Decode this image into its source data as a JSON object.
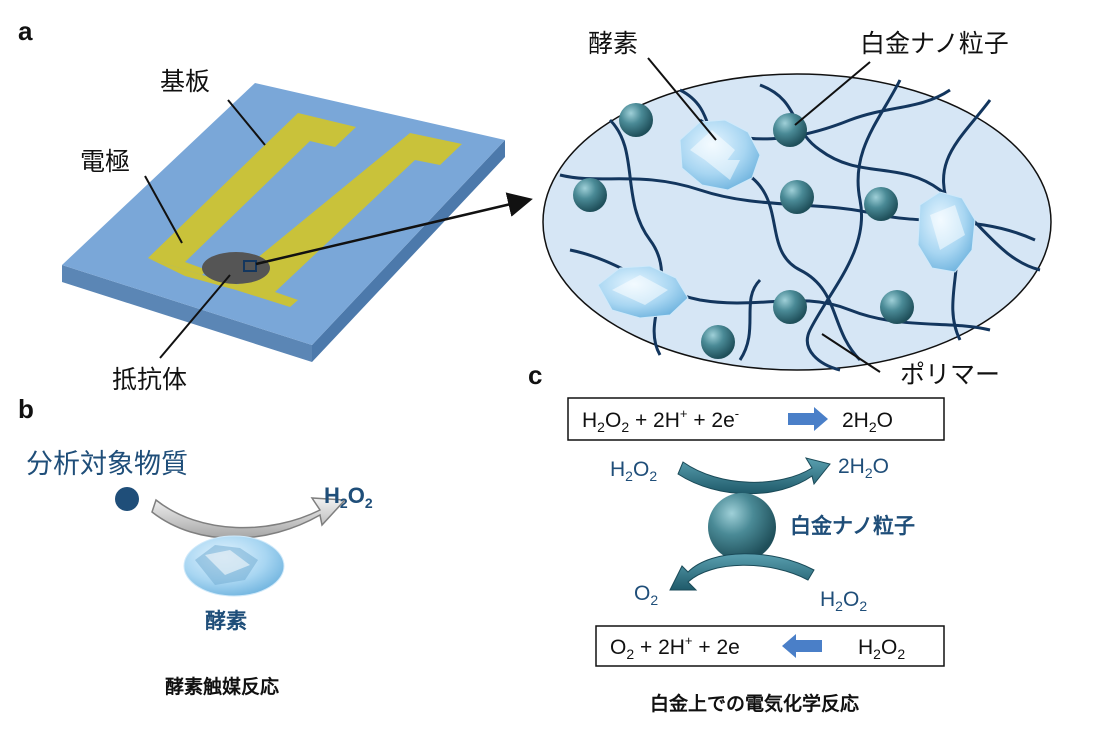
{
  "panels": {
    "a": "a",
    "b": "b",
    "c": "c"
  },
  "panel_a": {
    "substrate": "基板",
    "electrode": "電極",
    "resistor": "抵抗体",
    "enzyme": "酵素",
    "pt_nanoparticle": "白金ナノ粒子",
    "polymer": "ポリマー"
  },
  "panel_b": {
    "analyte": "分析対象物質",
    "product_main": "H",
    "product_sub1": "2",
    "product_mid": "O",
    "product_sub2": "2",
    "enzyme": "酵素",
    "caption": "酵素触媒反応"
  },
  "panel_c": {
    "eq1": {
      "h": "H",
      "s2a": "2",
      "o": "O",
      "s2b": "2",
      "plus": " + 2H",
      "sup_plus": "+",
      "plus2": " + 2e",
      "sup_minus": "-",
      "rhs1": "2H",
      "rhs_sub": "2",
      "rhs2": "O"
    },
    "top_left": {
      "a": "H",
      "b": "2",
      "c": "O",
      "d": "2"
    },
    "top_right": {
      "a": "2H",
      "b": "2",
      "c": "O"
    },
    "pt_label": "白金ナノ粒子",
    "bottom_left": {
      "a": "O",
      "b": "2"
    },
    "bottom_right": {
      "a": "H",
      "b": "2",
      "c": "O",
      "d": "2"
    },
    "eq2": {
      "lhs1": "O",
      "lhs_sub": "2",
      "plus": " + 2H",
      "sup_plus": "+",
      "plus2": " + 2e",
      "rh": "H",
      "rs1": "2",
      "ro": "O",
      "rs2": "2"
    },
    "caption": "白金上での電気化学反応"
  },
  "colors": {
    "substrate": "#7aa7d8",
    "electrode": "#c9c23a",
    "resistor": "#555555",
    "ellipse_fill": "#d6e6f5",
    "polymer": "#13365e",
    "sphere": "#3f7a86",
    "enzyme": "#a9d6f2",
    "text_blue": "#1f4e79"
  }
}
